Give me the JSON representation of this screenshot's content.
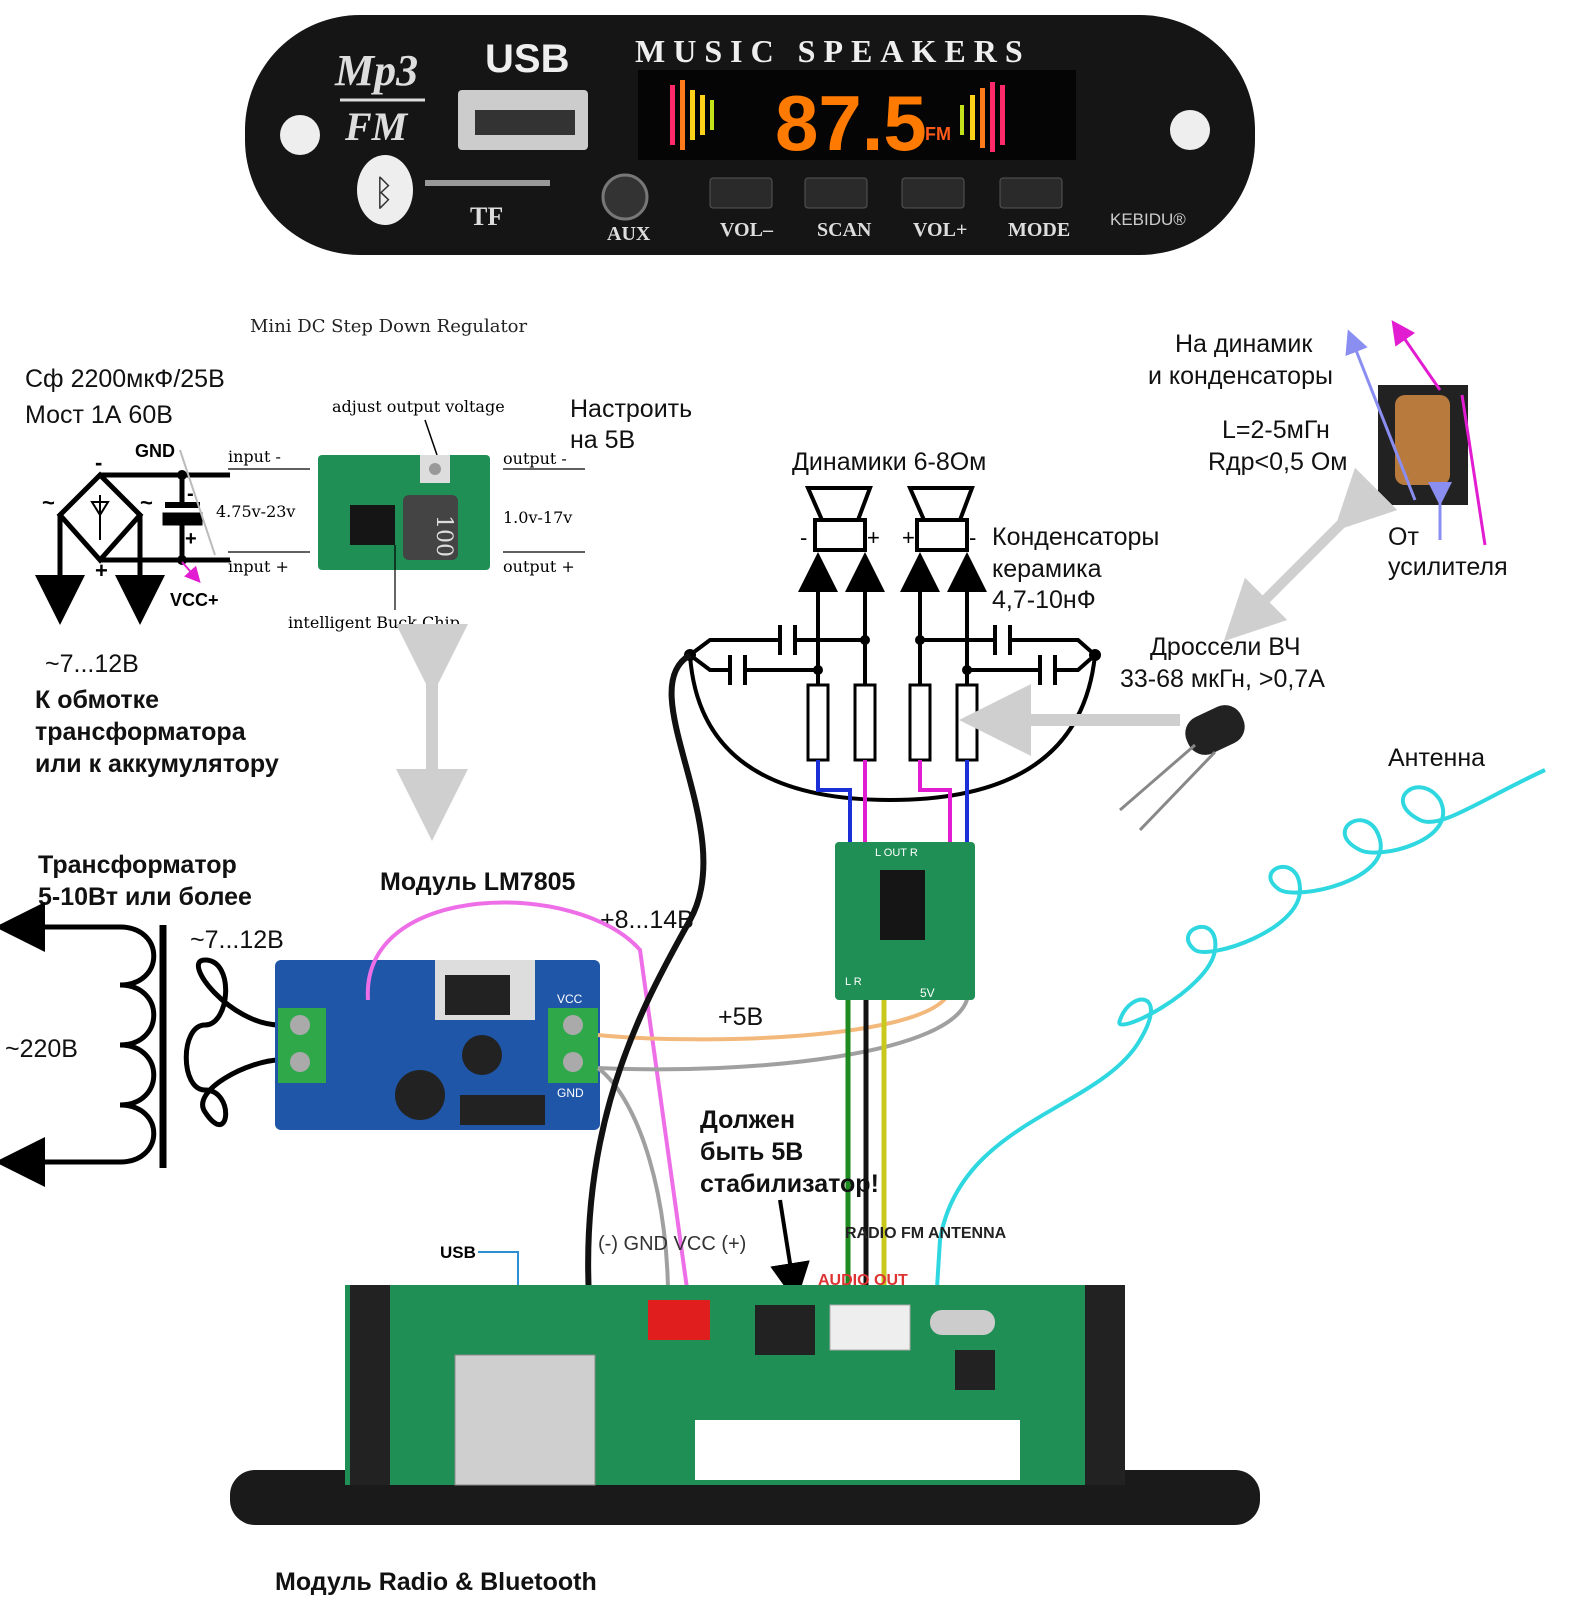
{
  "mp3_panel": {
    "logo_top": "Mp3",
    "logo_bottom": "FM",
    "usb": "USB",
    "header": "MUSIC SPEAKERS",
    "display": "87.5",
    "display_unit": "FM",
    "tf": "TF",
    "aux": "AUX",
    "buttons": [
      "VOL–",
      "SCAN",
      "VOL+",
      "MODE"
    ],
    "brand": "KEBIDU®"
  },
  "regulator": {
    "title": "Mini DC Step Down Regulator",
    "adjust": "adjust output voltage",
    "adjust_note_1": "Настроить",
    "adjust_note_2": "на 5В",
    "input_minus": "input -",
    "input_plus": "input +",
    "input_range": "4.75v-23v",
    "output_minus": "output -",
    "output_plus": "output +",
    "output_range": "1.0v-17v",
    "chip": "intelligent Buck Chip",
    "inductor": "100"
  },
  "rectifier": {
    "cap": "Сф 2200мкФ/25В",
    "bridge": "Мост 1А 60В",
    "gnd": "GND",
    "vcc": "VCC+",
    "input_voltage": "~7...12В",
    "note_1": "К обмотке",
    "note_2": "трансформатора",
    "note_3": "или к аккумулятору"
  },
  "speakers": {
    "label": "Динамики 6-8Ом",
    "caps_1": "Конденсаторы",
    "caps_2": "керамика",
    "caps_3": "4,7-10нФ"
  },
  "choke": {
    "to_1": "На динамик",
    "to_2": "и конденсаторы",
    "l": "L=2-5мГн",
    "r": "Rдр<0,5 Ом",
    "from_1": "От",
    "from_2": "усилителя",
    "rf_1": "Дроссели ВЧ",
    "rf_2": "33-68 мкГн, >0,7А"
  },
  "antenna": "Антенна",
  "transformer": {
    "title_1": "Трансформатор",
    "title_2": "5-10Вт или более",
    "secondary": "~7...12В",
    "primary": "~220В"
  },
  "lm7805": {
    "title": "Модуль LM7805",
    "vin": "+8...14В",
    "vout": "+5В",
    "vcc": "VCC",
    "gnd": "GND"
  },
  "amp": {
    "out": "L OUT R",
    "in": "L  R",
    "power": "5V"
  },
  "warning": [
    "Должен",
    "быть 5В",
    "стабилизатор!"
  ],
  "radio_module": {
    "title": "Модуль Radio & Bluetooth",
    "usb": "USB",
    "gnd_vcc": "(-) GND  VCC (+)",
    "antenna": "RADIO FM ANTENNA",
    "audio_out": "AUDIO OUT"
  },
  "colors": {
    "pink": "#ee6ee8",
    "blue": "#1a2fd6",
    "magenta": "#e21cd0",
    "green": "#1f8a1f",
    "yellow": "#c9c81c",
    "orange": "#f3b97c",
    "gray": "#a0a0a0",
    "cyan": "#2fd8e0",
    "arrow_gray": "#cfcfcf",
    "pcb_green": "#1f8f55",
    "pcb_blue": "#1f56a8"
  }
}
